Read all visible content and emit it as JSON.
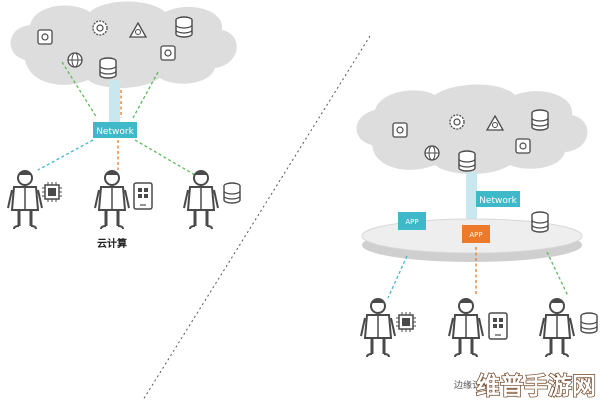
{
  "left_panel": {
    "network_label": "Network",
    "caption": "云计算"
  },
  "right_panel": {
    "network_label": "Network",
    "app_label_1": "APP",
    "app_label_2": "APP",
    "caption": "边缘计算"
  },
  "watermark": {
    "text": "维普手游网"
  },
  "colors": {
    "cloud_fill": "#dddddd",
    "network_box": "#3fb8c9",
    "network_pipe": "#c9e7ee",
    "app_teal": "#3fb8c9",
    "app_orange": "#ec7a2a",
    "link_teal": "#3fb8c9",
    "link_green": "#5cb85c",
    "link_orange": "#ec7a2a",
    "person_stroke": "#4a4a4a",
    "edge_platform": "#e3e3e3"
  }
}
